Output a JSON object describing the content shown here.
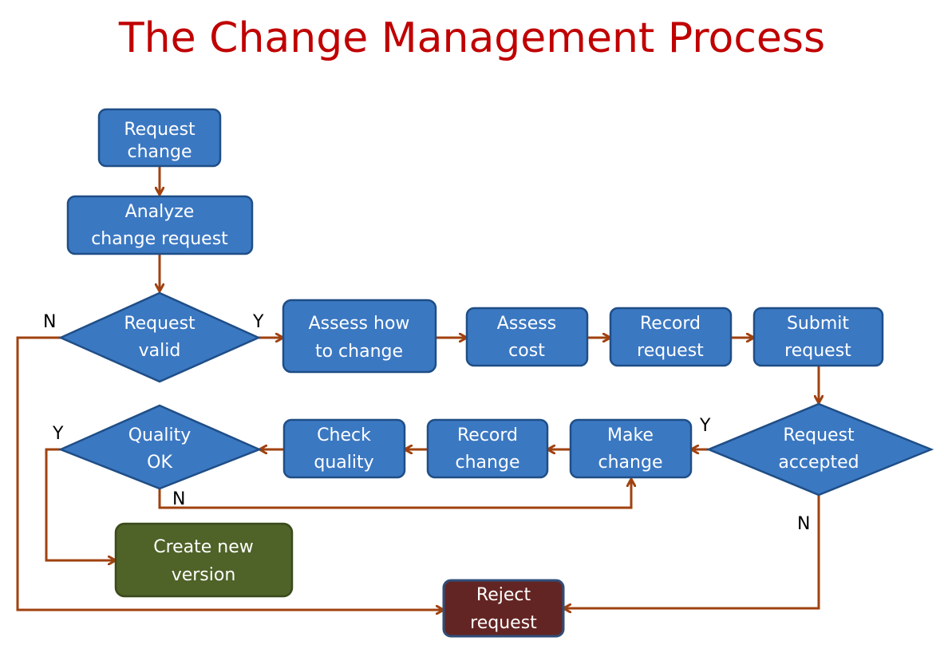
{
  "title": "The Change Management Process",
  "colors": {
    "title": "#c00000",
    "process_fill": "#3b78c2",
    "process_stroke": "#1f4e86",
    "start_fill": "#3b78c2",
    "create_fill": "#4f6228",
    "create_stroke": "#3a4a1c",
    "reject_fill": "#632523",
    "reject_stroke": "#2f4e7a",
    "connector": "#a0420f",
    "node_text": "#ffffff",
    "branch_text": "#000000"
  },
  "nodes": {
    "request_change": {
      "shape": "rounded-rect",
      "lines": [
        "Request",
        "change"
      ]
    },
    "analyze": {
      "shape": "rounded-rect",
      "lines": [
        "Analyze",
        "change request"
      ]
    },
    "request_valid": {
      "shape": "diamond",
      "lines": [
        "Request",
        "valid"
      ]
    },
    "assess_how": {
      "shape": "rounded-rect",
      "lines": [
        "Assess how",
        "to change"
      ]
    },
    "assess_cost": {
      "shape": "rounded-rect",
      "lines": [
        "Assess",
        "cost"
      ]
    },
    "record_request": {
      "shape": "rounded-rect",
      "lines": [
        "Record",
        "request"
      ]
    },
    "submit_request": {
      "shape": "rounded-rect",
      "lines": [
        "Submit",
        "request"
      ]
    },
    "request_accepted": {
      "shape": "diamond",
      "lines": [
        "Request",
        "accepted"
      ]
    },
    "make_change": {
      "shape": "rounded-rect",
      "lines": [
        "Make",
        "change"
      ]
    },
    "record_change": {
      "shape": "rounded-rect",
      "lines": [
        "Record",
        "change"
      ]
    },
    "check_quality": {
      "shape": "rounded-rect",
      "lines": [
        "Check",
        "quality"
      ]
    },
    "quality_ok": {
      "shape": "diamond",
      "lines": [
        "Quality",
        "OK"
      ]
    },
    "create_version": {
      "shape": "rounded-rect",
      "lines": [
        "Create new",
        "version"
      ]
    },
    "reject_request": {
      "shape": "rounded-rect",
      "lines": [
        "Reject",
        "request"
      ]
    }
  },
  "edges": [
    {
      "from": "request_change",
      "to": "analyze",
      "label": ""
    },
    {
      "from": "analyze",
      "to": "request_valid",
      "label": ""
    },
    {
      "from": "request_valid",
      "to": "assess_how",
      "label": "Y"
    },
    {
      "from": "request_valid",
      "to": "reject_request",
      "label": "N"
    },
    {
      "from": "assess_how",
      "to": "assess_cost",
      "label": ""
    },
    {
      "from": "assess_cost",
      "to": "record_request",
      "label": ""
    },
    {
      "from": "record_request",
      "to": "submit_request",
      "label": ""
    },
    {
      "from": "submit_request",
      "to": "request_accepted",
      "label": ""
    },
    {
      "from": "request_accepted",
      "to": "make_change",
      "label": "Y"
    },
    {
      "from": "request_accepted",
      "to": "reject_request",
      "label": "N"
    },
    {
      "from": "make_change",
      "to": "record_change",
      "label": ""
    },
    {
      "from": "record_change",
      "to": "check_quality",
      "label": ""
    },
    {
      "from": "check_quality",
      "to": "quality_ok",
      "label": ""
    },
    {
      "from": "quality_ok",
      "to": "create_version",
      "label": "Y"
    },
    {
      "from": "quality_ok",
      "to": "make_change",
      "label": "N"
    }
  ]
}
